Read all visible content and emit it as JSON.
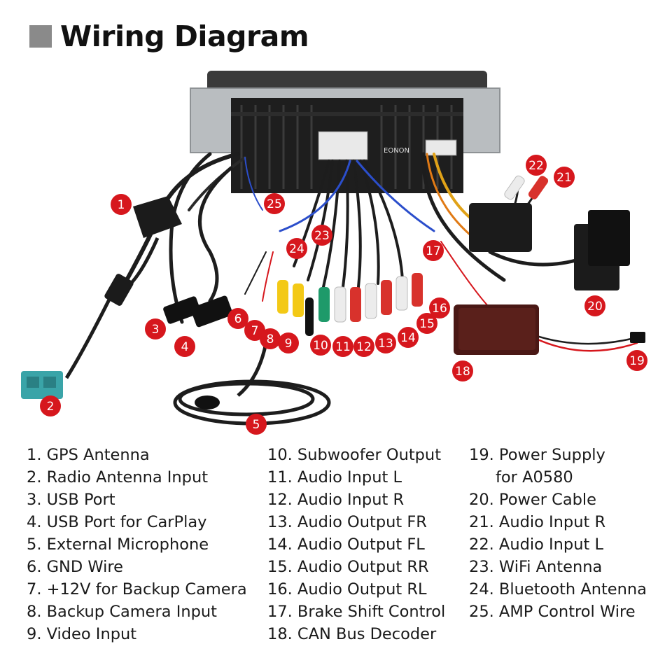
{
  "title": "Wiring Diagram",
  "brand_label": "EONON",
  "colors": {
    "callout": "#d6171d",
    "square": "#8a8a8a"
  },
  "callouts": [
    "1",
    "2",
    "3",
    "4",
    "5",
    "6",
    "7",
    "8",
    "9",
    "10",
    "11",
    "12",
    "13",
    "14",
    "15",
    "16",
    "17",
    "18",
    "19",
    "20",
    "21",
    "22",
    "23",
    "24",
    "25"
  ],
  "legend": {
    "col1": [
      "1. GPS Antenna",
      "2. Radio Antenna Input",
      "3. USB Port",
      "4. USB Port for CarPlay",
      "5. External Microphone",
      "6. GND Wire",
      "7. +12V for Backup Camera",
      "8. Backup Camera Input",
      "9. Video Input"
    ],
    "col2": [
      "10. Subwoofer Output",
      "11. Audio Input L",
      "12. Audio Input R",
      "13. Audio Output FR",
      "14. Audio Output FL",
      "15. Audio Output RR",
      "16. Audio Output RL",
      "17. Brake Shift Control",
      "18. CAN Bus Decoder"
    ],
    "col3": [
      "19. Power Supply",
      "for A0580",
      "20. Power Cable",
      "21. Audio Input R",
      "22. Audio Input L",
      "23. WiFi Antenna",
      "24. Bluetooth Antenna",
      "25. AMP Control Wire"
    ]
  }
}
